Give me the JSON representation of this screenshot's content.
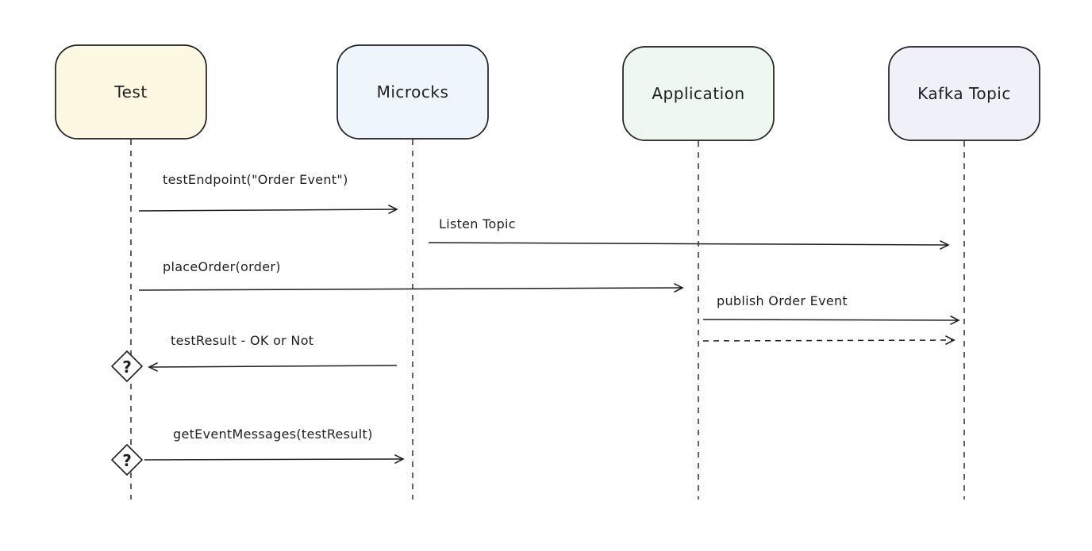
{
  "diagram": {
    "type": "sequence-diagram",
    "decision_marker": "?",
    "actors": [
      {
        "id": "test",
        "label": "Test",
        "fill": "#fdf8e1",
        "hatch": "#ecd succeeded"
      },
      {
        "id": "microcks",
        "label": "Microcks",
        "fill": "#eef5fb",
        "hatch": "#9fc6e8"
      },
      {
        "id": "application",
        "label": "Application",
        "fill": "#eff8f0",
        "hatch": "#a8d5ac"
      },
      {
        "id": "kafka-topic",
        "label": "Kafka Topic",
        "fill": "#f0f0f9",
        "hatch": "#b9b9e0"
      }
    ],
    "messages": [
      {
        "label": "testEndpoint(\"Order Event\")",
        "from": "test",
        "to": "microcks",
        "style": "solid"
      },
      {
        "label": "Listen Topic",
        "from": "microcks",
        "to": "kafka-topic",
        "style": "solid"
      },
      {
        "label": "placeOrder(order)",
        "from": "test",
        "to": "application",
        "style": "solid"
      },
      {
        "label": "publish Order Event",
        "from": "application",
        "to": "kafka-topic",
        "style": "solid"
      },
      {
        "label": "",
        "from": "application",
        "to": "kafka-topic",
        "style": "dashed"
      },
      {
        "label": "testResult - OK or Not",
        "from": "microcks",
        "to": "test",
        "style": "solid",
        "marker": "?"
      },
      {
        "label": "getEventMessages(testResult)",
        "from": "test",
        "to": "microcks",
        "style": "solid",
        "marker": "?"
      }
    ]
  }
}
